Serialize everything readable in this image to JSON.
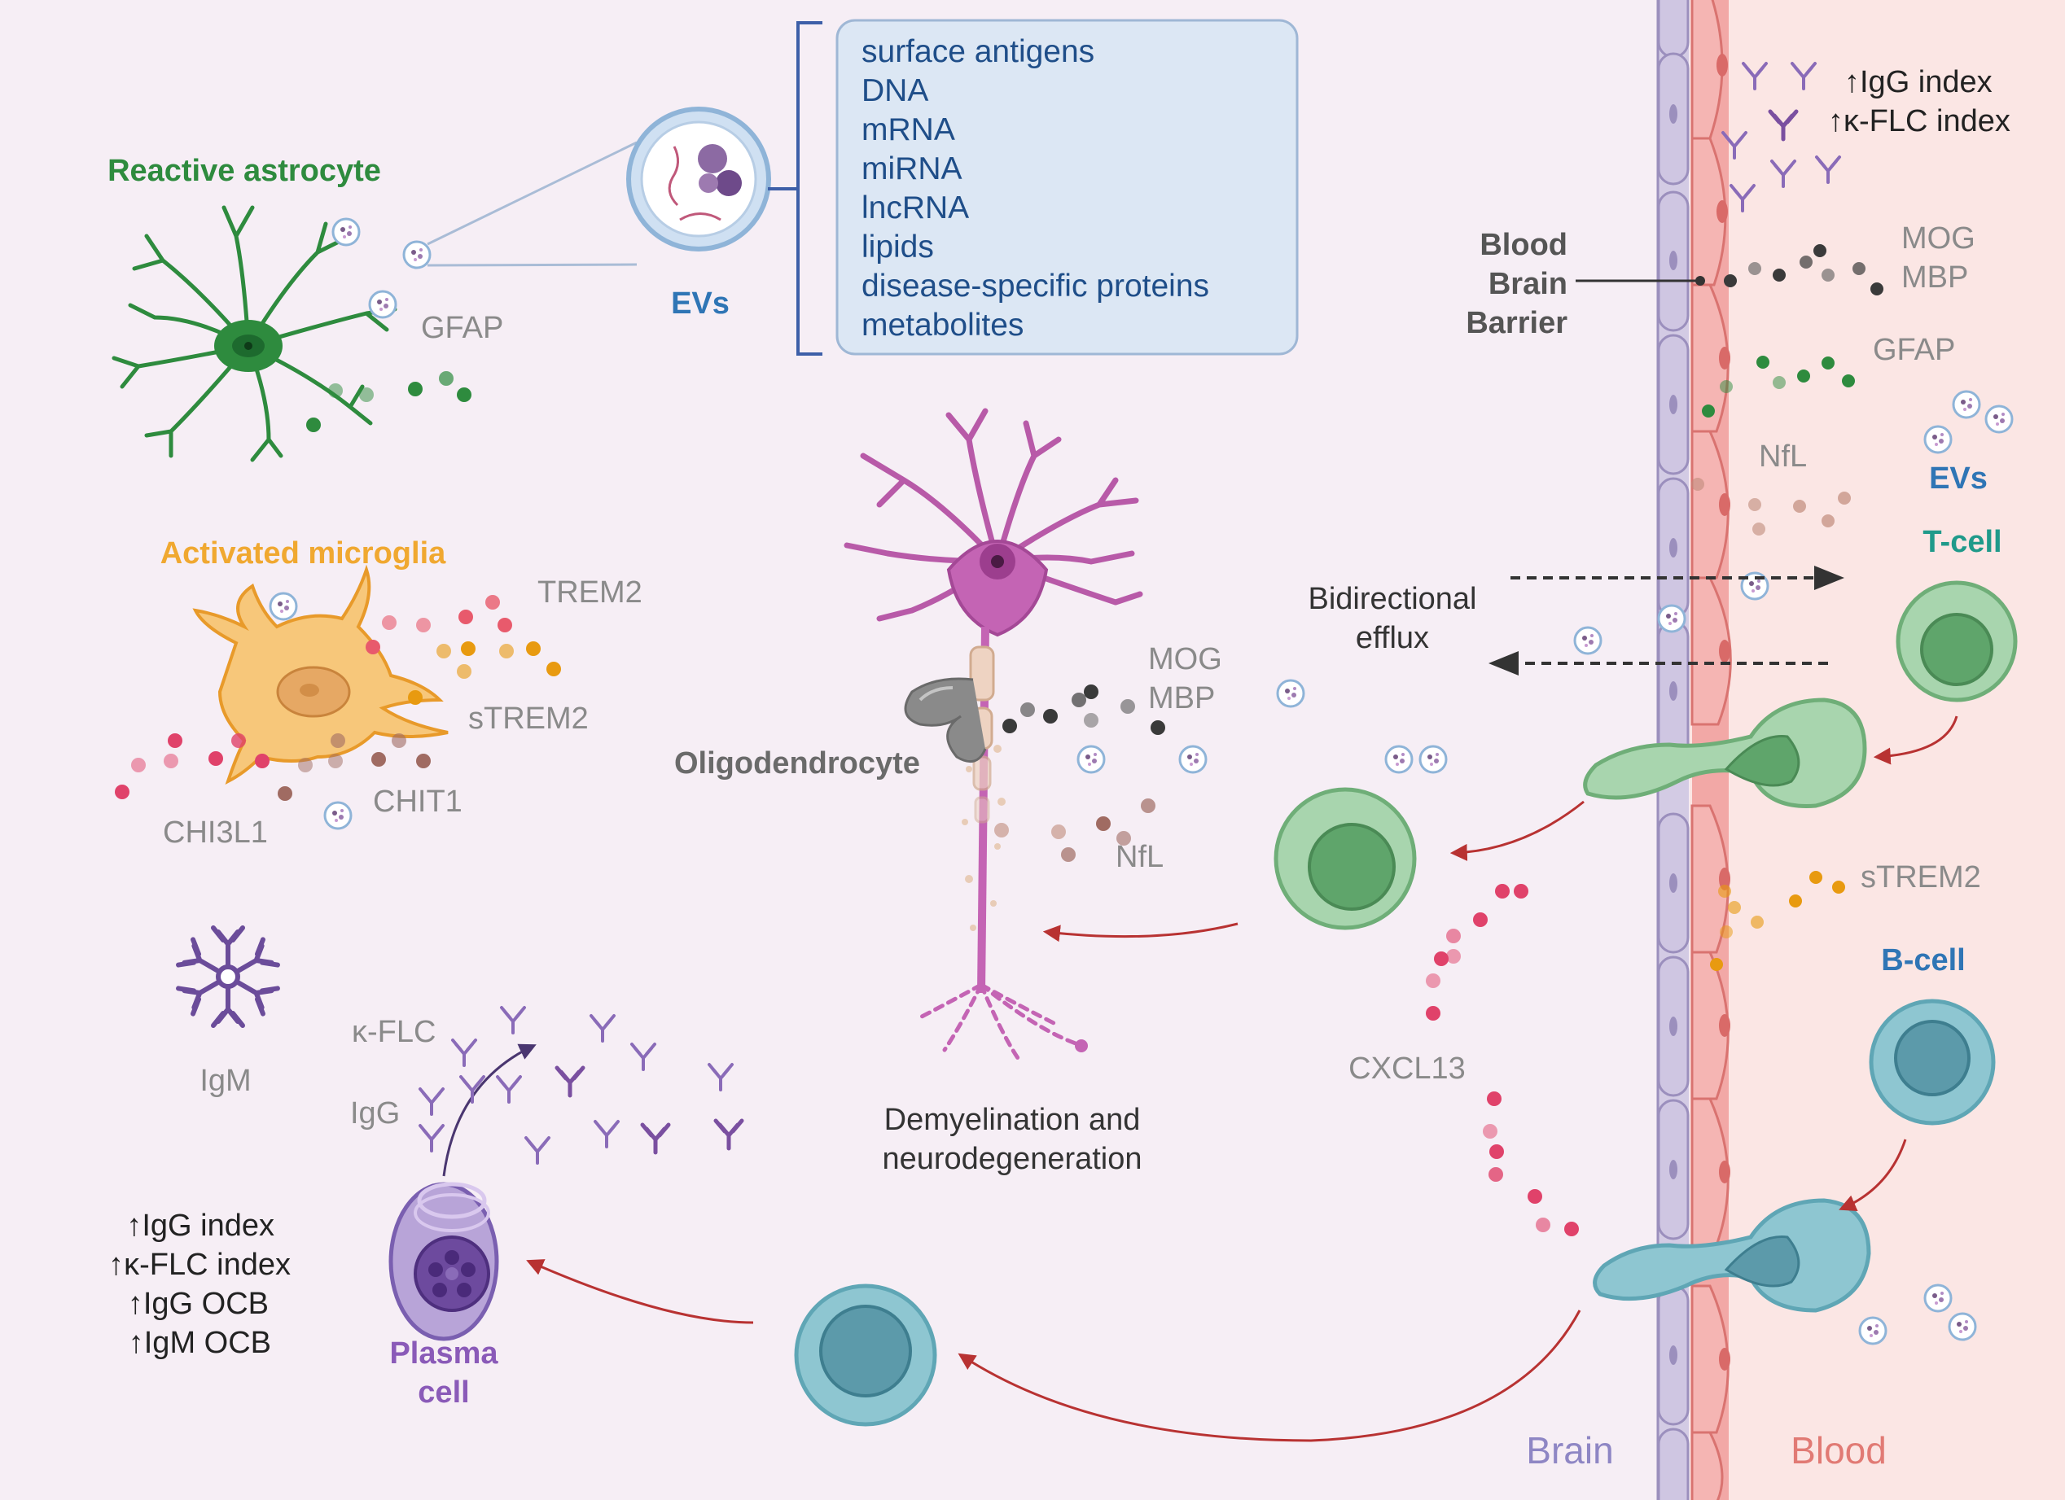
{
  "colors": {
    "brain_bg": "#f6eef5",
    "blood_bg": "#fbe6e4",
    "astro_green": "#2e8b3e",
    "microglia_orange": "#f0a830",
    "purple": "#7a4fa0",
    "grey_text": "#8a8a8a",
    "dark_text": "#333333",
    "blue_text": "#2f75b5",
    "tcell_teal": "#1f9a8a",
    "arrow_red": "#b83232",
    "ev_box_text": "#1f4e89"
  },
  "labels": {
    "reactive_astrocyte": "Reactive astrocyte",
    "gfap_left": "GFAP",
    "evs_center": "EVs",
    "activated_microglia": "Activated microglia",
    "trem2": "TREM2",
    "strem2_left": "sTREM2",
    "chit1": "CHIT1",
    "chi3l1": "CHI3L1",
    "oligodendrocyte": "Oligodendrocyte",
    "mog_center": "MOG",
    "mbp_center": "MBP",
    "nfl_center": "NfL",
    "demyelination_line1": "Demyelination and",
    "demyelination_line2": "neurodegeneration",
    "igm": "IgM",
    "kflc": "κ-FLC",
    "igg": "IgG",
    "plasma_line1": "Plasma",
    "plasma_line2": "cell",
    "cxcl13": "CXCL13",
    "bidirectional_line1": "Bidirectional",
    "bidirectional_line2": "efflux",
    "bbb_line1": "Blood",
    "bbb_line2": "Brain",
    "bbb_line3": "Barrier",
    "mog_right": "MOG",
    "mbp_right": "MBP",
    "gfap_right": "GFAP",
    "nfl_right": "NfL",
    "evs_right": "EVs",
    "tcell": "T-cell",
    "strem2_right": "sTREM2",
    "bcell": "B-cell",
    "brain": "Brain",
    "blood": "Blood"
  },
  "ev_contents": [
    "surface antigens",
    "DNA",
    "mRNA",
    "miRNA",
    "lncRNA",
    "lipids",
    "disease-specific proteins",
    "metabolites"
  ],
  "markers_right": [
    "↑IgG index",
    "↑κ-FLC index"
  ],
  "markers_left": [
    "↑IgG index",
    "↑κ-FLC index",
    "↑IgG OCB",
    "↑IgM OCB"
  ],
  "icons": [
    "astrocyte-cell-icon",
    "microglia-cell-icon",
    "neuron-icon",
    "oligodendrocyte-icon",
    "plasma-cell-icon",
    "t-cell-icon",
    "b-cell-icon",
    "antibody-icon",
    "igm-pentamer-icon",
    "extracellular-vesicle-icon",
    "endothelial-cell-icon"
  ]
}
